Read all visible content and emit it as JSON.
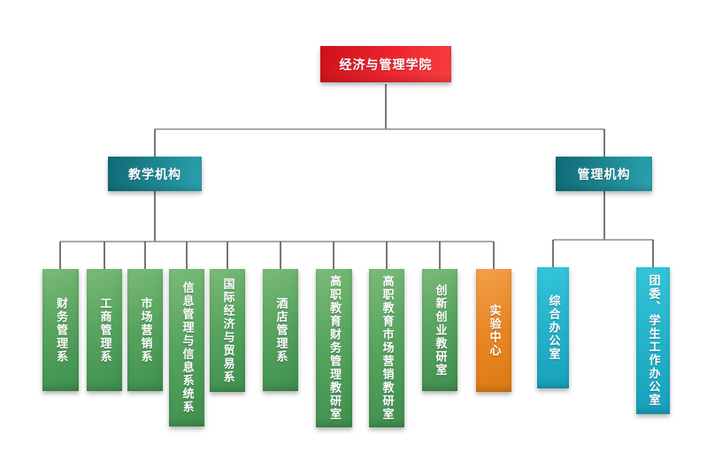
{
  "org": {
    "root": {
      "label": "经济与管理学院"
    },
    "branches": [
      {
        "label": "教学机构",
        "children": [
          "财务管理系",
          "工商管理系",
          "市场营销系",
          "信息管理与信息系统系",
          "国际经济与贸易系",
          "酒店管理系",
          "高职教育财务管理教研室",
          "高职教育市场营销教研室",
          "创新创业教研室",
          "实验中心"
        ]
      },
      {
        "label": "管理机构",
        "children": [
          "综合办公室",
          "团委、学生工作办公室"
        ]
      }
    ],
    "colors": {
      "root_red": "#e01f27",
      "branch_teal": "#1d8b96",
      "dept_green": "#55a35c",
      "lab_orange": "#e8872a",
      "office_cyan": "#21b1c7",
      "connector_gray": "#8b8b8b"
    }
  }
}
